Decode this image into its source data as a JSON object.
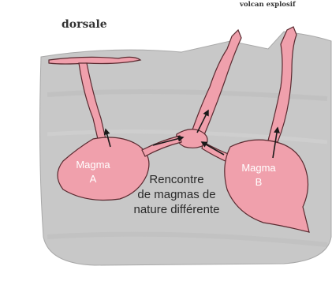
{
  "labels": {
    "mid_ocean_ridge": "dorsale",
    "explosive_volcano": "volcan explosif",
    "encounter_line1": "Rencontre",
    "encounter_line2": "de magmas de",
    "encounter_line3": "nature différente"
  },
  "magmas": [
    {
      "name_line1": "Magma",
      "name_line2": "A"
    },
    {
      "name_line1": "Magma",
      "name_line2": "B"
    }
  ],
  "colors": {
    "background": "#ffffff",
    "crust": "#c8c8c8",
    "magma_fill": "#f0a0ac",
    "magma_edge": "#5a2a30",
    "arrow": "#1a1a1a",
    "text": "#2a2a2a"
  }
}
